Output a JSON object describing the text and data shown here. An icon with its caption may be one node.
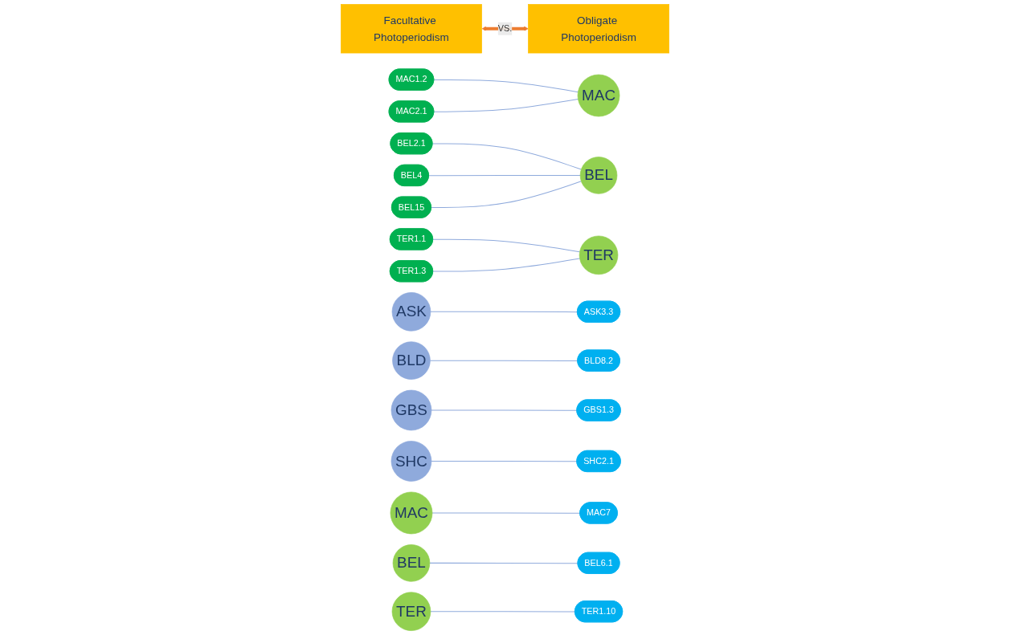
{
  "diagram": {
    "nodes": [
      {
        "text": [
          "Facultative Photoperiodism"
        ]
      },
      {
        "text": [
          "Obligate Photoperiodism"
        ]
      },
      {
        "text": [
          "MAC1.2"
        ]
      },
      {
        "text": [
          "MAC2.1"
        ]
      },
      {
        "text": [
          "MAC"
        ]
      },
      {
        "text": [
          "BEL2.1"
        ]
      },
      {
        "text": [
          "BEL4"
        ]
      },
      {
        "text": [
          "BEL15"
        ]
      },
      {
        "text": [
          "BEL"
        ]
      },
      {
        "text": [
          "TER1.1"
        ]
      },
      {
        "text": [
          "TER1.3"
        ]
      },
      {
        "text": [
          "TER"
        ]
      },
      {
        "text": [
          "ASK"
        ]
      },
      {
        "text": [
          "ASK3.3"
        ]
      },
      {
        "text": [
          "BLD"
        ]
      },
      {
        "text": [
          "BLD8.2"
        ]
      },
      {
        "text": [
          "GBS"
        ]
      },
      {
        "text": [
          "GBS1.3"
        ]
      },
      {
        "text": [
          "SHC"
        ]
      },
      {
        "text": [
          "SHC2.1"
        ]
      },
      {
        "text": [
          "MAC"
        ]
      },
      {
        "text": [
          "MAC7"
        ]
      },
      {
        "text": [
          "BEL"
        ]
      },
      {
        "text": [
          "BEL6.1"
        ]
      },
      {
        "text": [
          "TER"
        ]
      },
      {
        "text": [
          "TER1.10"
        ]
      }
    ],
    "edges": [
      {
        "from": 0,
        "to": 1,
        "arrow": "both",
        "label": "VS.",
        "style": "thick",
        "color": "#ed7d31"
      },
      {
        "from": 2,
        "to": 4,
        "arrow": "none"
      },
      {
        "from": 3,
        "to": 4,
        "arrow": "none"
      },
      {
        "from": 5,
        "to": 8,
        "arrow": "none"
      },
      {
        "from": 6,
        "to": 8,
        "arrow": "none"
      },
      {
        "from": 7,
        "to": 8,
        "arrow": "none"
      },
      {
        "from": 9,
        "to": 11,
        "arrow": "none"
      },
      {
        "from": 10,
        "to": 11,
        "arrow": "none"
      },
      {
        "from": 12,
        "to": 13,
        "arrow": "none"
      },
      {
        "from": 14,
        "to": 15,
        "arrow": "none"
      },
      {
        "from": 16,
        "to": 17,
        "arrow": "none"
      },
      {
        "from": 18,
        "to": 19,
        "arrow": "none"
      },
      {
        "from": 20,
        "to": 21,
        "arrow": "none"
      },
      {
        "from": 22,
        "to": 23,
        "arrow": "none"
      },
      {
        "from": 24,
        "to": 25,
        "arrow": "none"
      }
    ]
  }
}
